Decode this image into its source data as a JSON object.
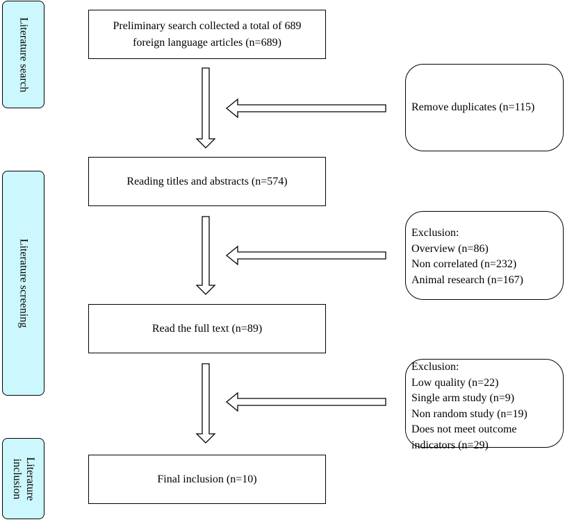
{
  "stages": {
    "search": "Literature search",
    "screening": "Literature screening",
    "inclusion": "Literature inclusion"
  },
  "boxes": {
    "search_line1": "Preliminary search collected a total of 689",
    "search_line2": "foreign language articles (n=689)",
    "titles": "Reading titles and abstracts (n=574)",
    "fulltext": "Read the full text (n=89)",
    "final": "Final inclusion (n=10)"
  },
  "notes": {
    "duplicates": "Remove duplicates (n=115)",
    "exclusion1": [
      "Exclusion:",
      "Overview (n=86)",
      "Non correlated (n=232)",
      "Animal research (n=167)"
    ],
    "exclusion2": [
      "Exclusion:",
      "Low quality (n=22)",
      "Single arm study (n=9)",
      "Non random study (n=19)",
      "Does not meet outcome",
      "indicators (n=29)"
    ]
  },
  "colors": {
    "stage_fill": "#ccf7fd",
    "stroke": "#000000",
    "background": "#ffffff"
  }
}
